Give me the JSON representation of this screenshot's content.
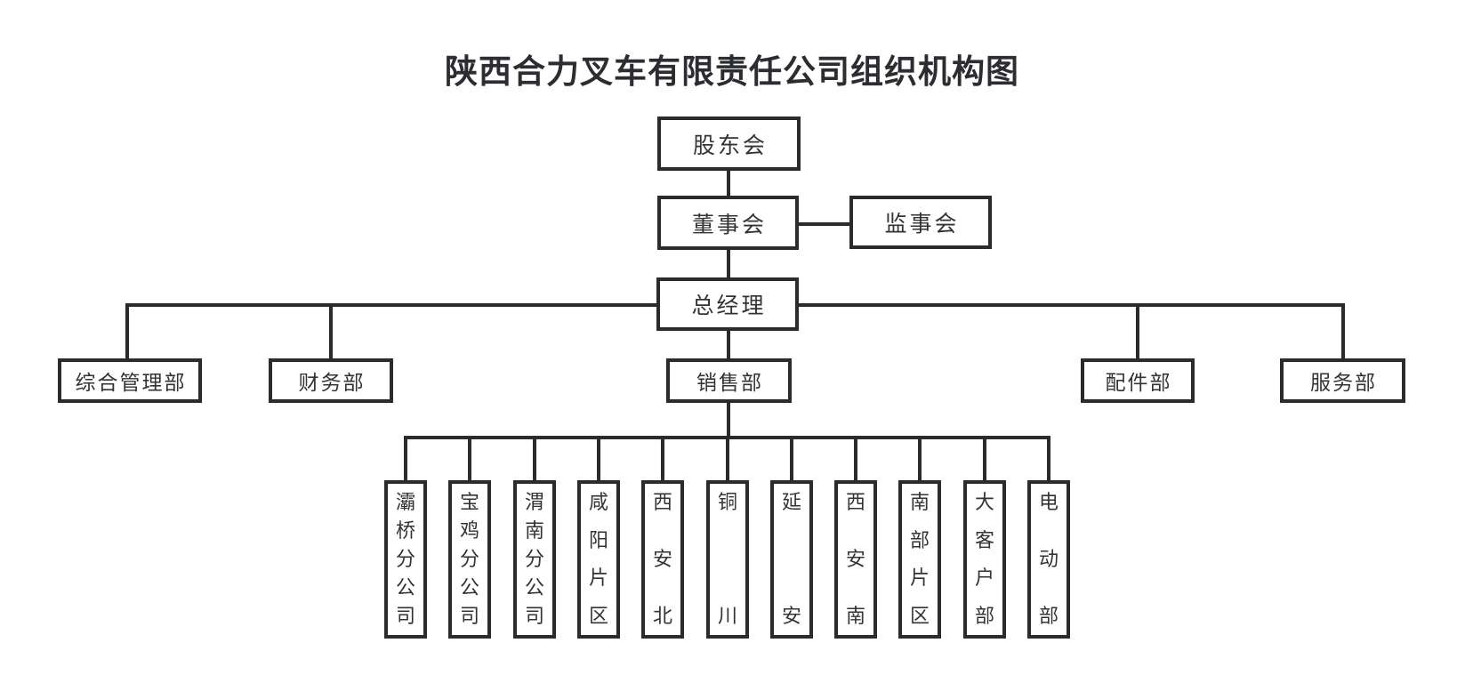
{
  "title": "陕西合力叉车有限责任公司组织机构图",
  "org": {
    "shareholders": "股东会",
    "board": "董事会",
    "supervisory": "监事会",
    "general_manager": "总经理",
    "departments": [
      {
        "label": "综合管理部"
      },
      {
        "label": "财务部"
      },
      {
        "label": "销售部"
      },
      {
        "label": "配件部"
      },
      {
        "label": "服务部"
      }
    ],
    "sales_units": [
      {
        "label": "灞桥分公司"
      },
      {
        "label": "宝鸡分公司"
      },
      {
        "label": "渭南分公司"
      },
      {
        "label": "咸阳片区"
      },
      {
        "label": "西安北"
      },
      {
        "label": "铜川"
      },
      {
        "label": "延安"
      },
      {
        "label": "西安南"
      },
      {
        "label": "南部片区"
      },
      {
        "label": "大客户部"
      },
      {
        "label": "电动部"
      }
    ]
  },
  "colors": {
    "line": "#2b2b2b",
    "text": "#333333",
    "title": "#2b2d31",
    "background": "#ffffff"
  }
}
